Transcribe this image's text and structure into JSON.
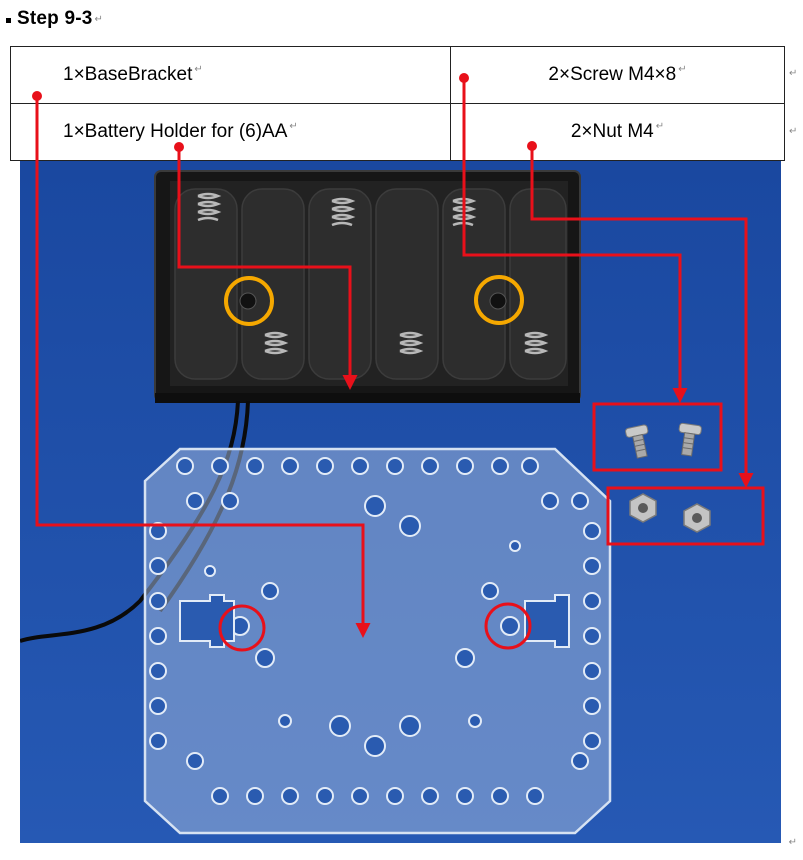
{
  "heading": {
    "title": "Step 9-3"
  },
  "parts": [
    {
      "left": "1×BaseBracket",
      "right": "2×Screw M4×8"
    },
    {
      "left": "1×Battery Holder for (6)AA",
      "right": "2×Nut M4"
    }
  ],
  "colors": {
    "annotation_red": "#e8101a",
    "highlight_orange": "#f5a800",
    "background_blue": "#1f4fa8"
  },
  "symbols": {
    "paragraph_mark": "↵"
  }
}
